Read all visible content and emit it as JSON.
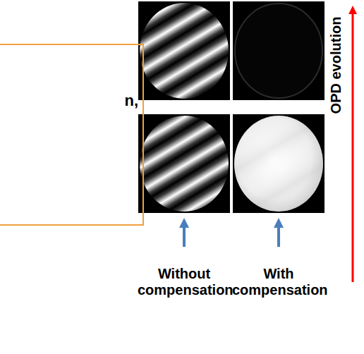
{
  "diagram": {
    "nodes": [
      {
        "text": [
          "n,"
        ]
      }
    ],
    "labels": [
      "OPD evolution",
      "Without compensation",
      "With compensation"
    ]
  }
}
